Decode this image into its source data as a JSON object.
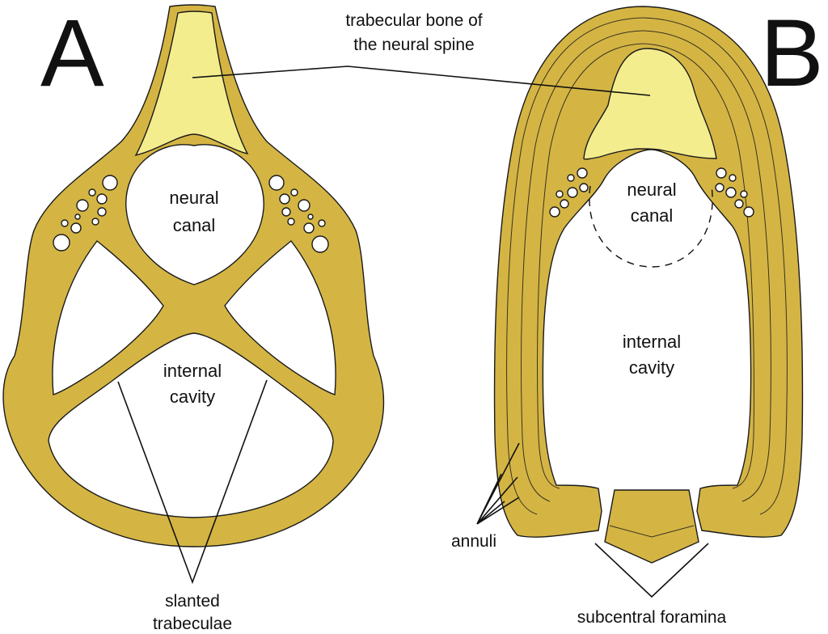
{
  "colors": {
    "bone": "#d4b544",
    "spine_trabecular": "#f4ed8e",
    "outline": "#1a1a1a"
  },
  "panel_a": {
    "letter": "A",
    "neural_canal": [
      "neural",
      "canal"
    ],
    "internal_cavity": [
      "internal",
      "cavity"
    ],
    "slanted_trabeculae": [
      "slanted",
      "trabeculae"
    ]
  },
  "panel_b": {
    "letter": "B",
    "neural_canal": [
      "neural",
      "canal"
    ],
    "internal_cavity": [
      "internal",
      "cavity"
    ],
    "annuli": "annuli",
    "subcentral_foramina": "subcentral foramina"
  },
  "shared": {
    "trabecular_bone_label": [
      "trabecular bone of",
      "the neural spine"
    ]
  }
}
